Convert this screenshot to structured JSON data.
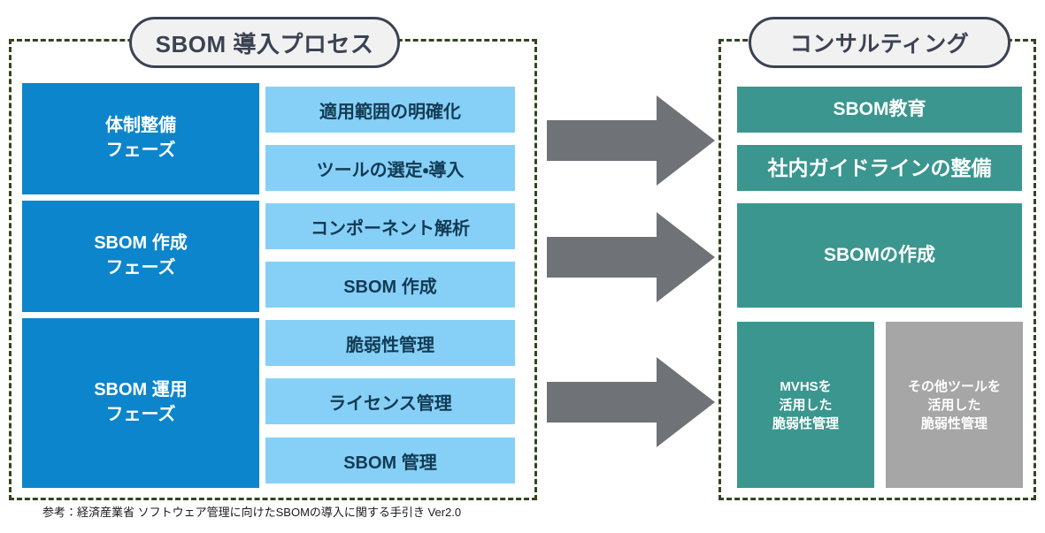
{
  "colors": {
    "phase_blue": "#0c85cc",
    "task_light_blue": "#86d0f8",
    "service_teal": "#3a968e",
    "service_gray": "#a6a6a6",
    "arrow_gray": "#6f7276",
    "frame_dash_green": "#33441f",
    "pill_border_navy": "#3b4252",
    "pill_fill_gray": "#f1f1f1"
  },
  "left_group": {
    "title": "SBOM 導入プロセス",
    "phases": [
      {
        "label": "体制整備\nフェーズ"
      },
      {
        "label": "SBOM 作成\nフェーズ"
      },
      {
        "label": "SBOM 運用\nフェーズ"
      }
    ],
    "tasks": [
      {
        "label": "適用範囲の明確化"
      },
      {
        "label": "ツールの選定・導入"
      },
      {
        "label": "コンポーネント解析"
      },
      {
        "label": "SBOM 作成"
      },
      {
        "label": "脆弱性管理"
      },
      {
        "label": "ライセンス管理"
      },
      {
        "label": "SBOM 管理"
      }
    ]
  },
  "arrows": [
    {
      "name": "arrow-to-consulting-1",
      "icon": "right-arrow-icon"
    },
    {
      "name": "arrow-to-consulting-2",
      "icon": "right-arrow-icon"
    },
    {
      "name": "arrow-to-consulting-3",
      "icon": "right-arrow-icon"
    }
  ],
  "right_group": {
    "title": "コンサルティング",
    "services": [
      {
        "label": "SBOM教育",
        "style": "teal"
      },
      {
        "label": "社内ガイドラインの整備",
        "style": "teal"
      },
      {
        "label": "SBOMの作成",
        "style": "teal"
      },
      {
        "label": "MVHSを\n活用した\n脆弱性管理",
        "style": "teal"
      },
      {
        "label": "その他ツールを\n活用した\n脆弱性管理",
        "style": "gray"
      }
    ]
  },
  "footnote": {
    "text": "参考：経済産業省 ソフトウェア管理に向けたSBOMの導入に関する手引き Ver2.0"
  }
}
